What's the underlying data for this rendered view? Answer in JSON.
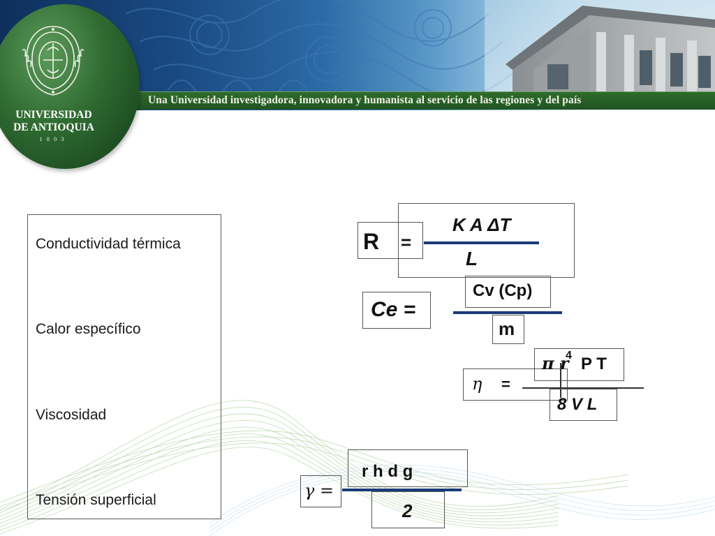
{
  "header": {
    "tagline": "Una Universidad investigadora, innovadora y humanista al servicio de las regiones y del país"
  },
  "logo": {
    "line1": "UNIVERSIDAD",
    "line2": "DE ANTIOQUIA",
    "year": "1803"
  },
  "properties": [
    "Conductividad térmica",
    "Calor específico",
    "Viscosidad",
    "Tensión superficial"
  ],
  "formulas": {
    "resistance": {
      "lhs": "R",
      "equals": "=",
      "numerator": "K A ΔT",
      "denominator": "L"
    },
    "specific_heat": {
      "lhs": "Ce =",
      "numerator": "Cv (Cp)",
      "denominator": "m"
    },
    "viscosity": {
      "lhs": "η",
      "equals": "=",
      "numerator": "π r",
      "exponent": "4",
      "numerator_rest": "P T",
      "denominator": "8 V L"
    },
    "surface_tension": {
      "lhs": "γ =",
      "numerator": "r h d g",
      "denominator": "2"
    }
  },
  "colors": {
    "banner_green": "#2f6b2c",
    "logo_green": "#2f6b31",
    "fraction_bar": "#1a3a78"
  },
  "icons": {
    "seal": "university-seal-icon",
    "building": "building-photo",
    "waves": "decorative-waves"
  }
}
